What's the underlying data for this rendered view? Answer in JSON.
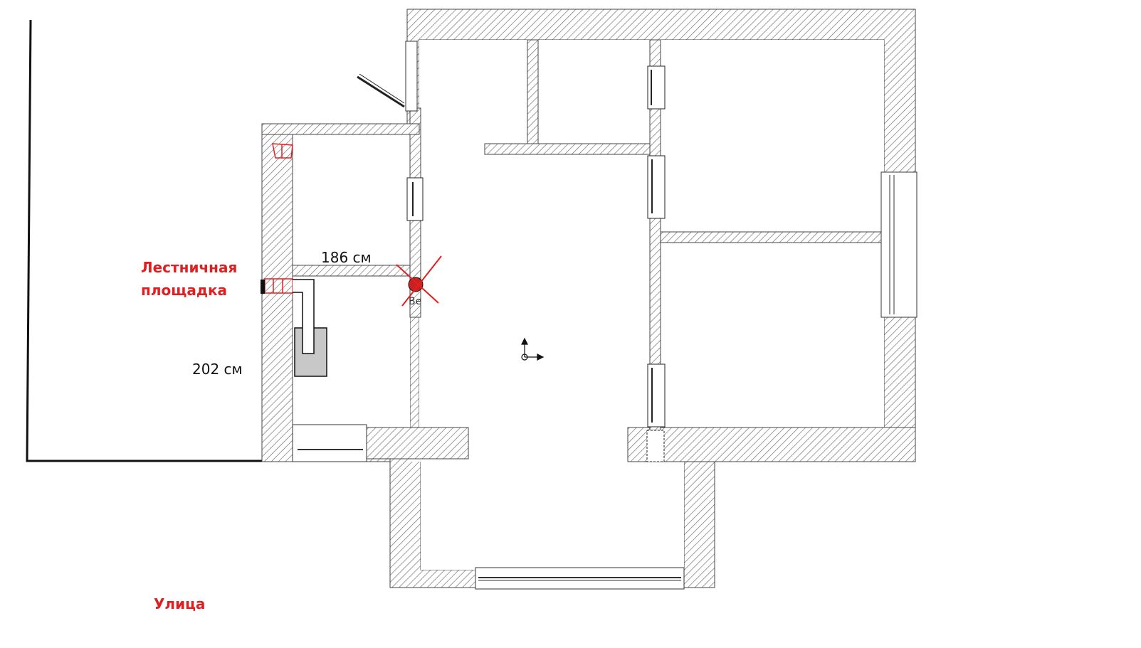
{
  "labels": {
    "staircase_line1": "Лестничная",
    "staircase_line2": "площадка",
    "street": "Улица",
    "dim_186": "186 см",
    "dim_202": "202 см",
    "marker_text": "Ве"
  },
  "colors": {
    "wall_stroke": "#444444",
    "hatch": "#6a6a6a",
    "accent_red": "#e02020",
    "fixture_fill": "#c8c8c8",
    "outline": "#111111"
  },
  "icons": {
    "compass": "compass-cross-icon",
    "remove_mark": "red-x-icon"
  }
}
